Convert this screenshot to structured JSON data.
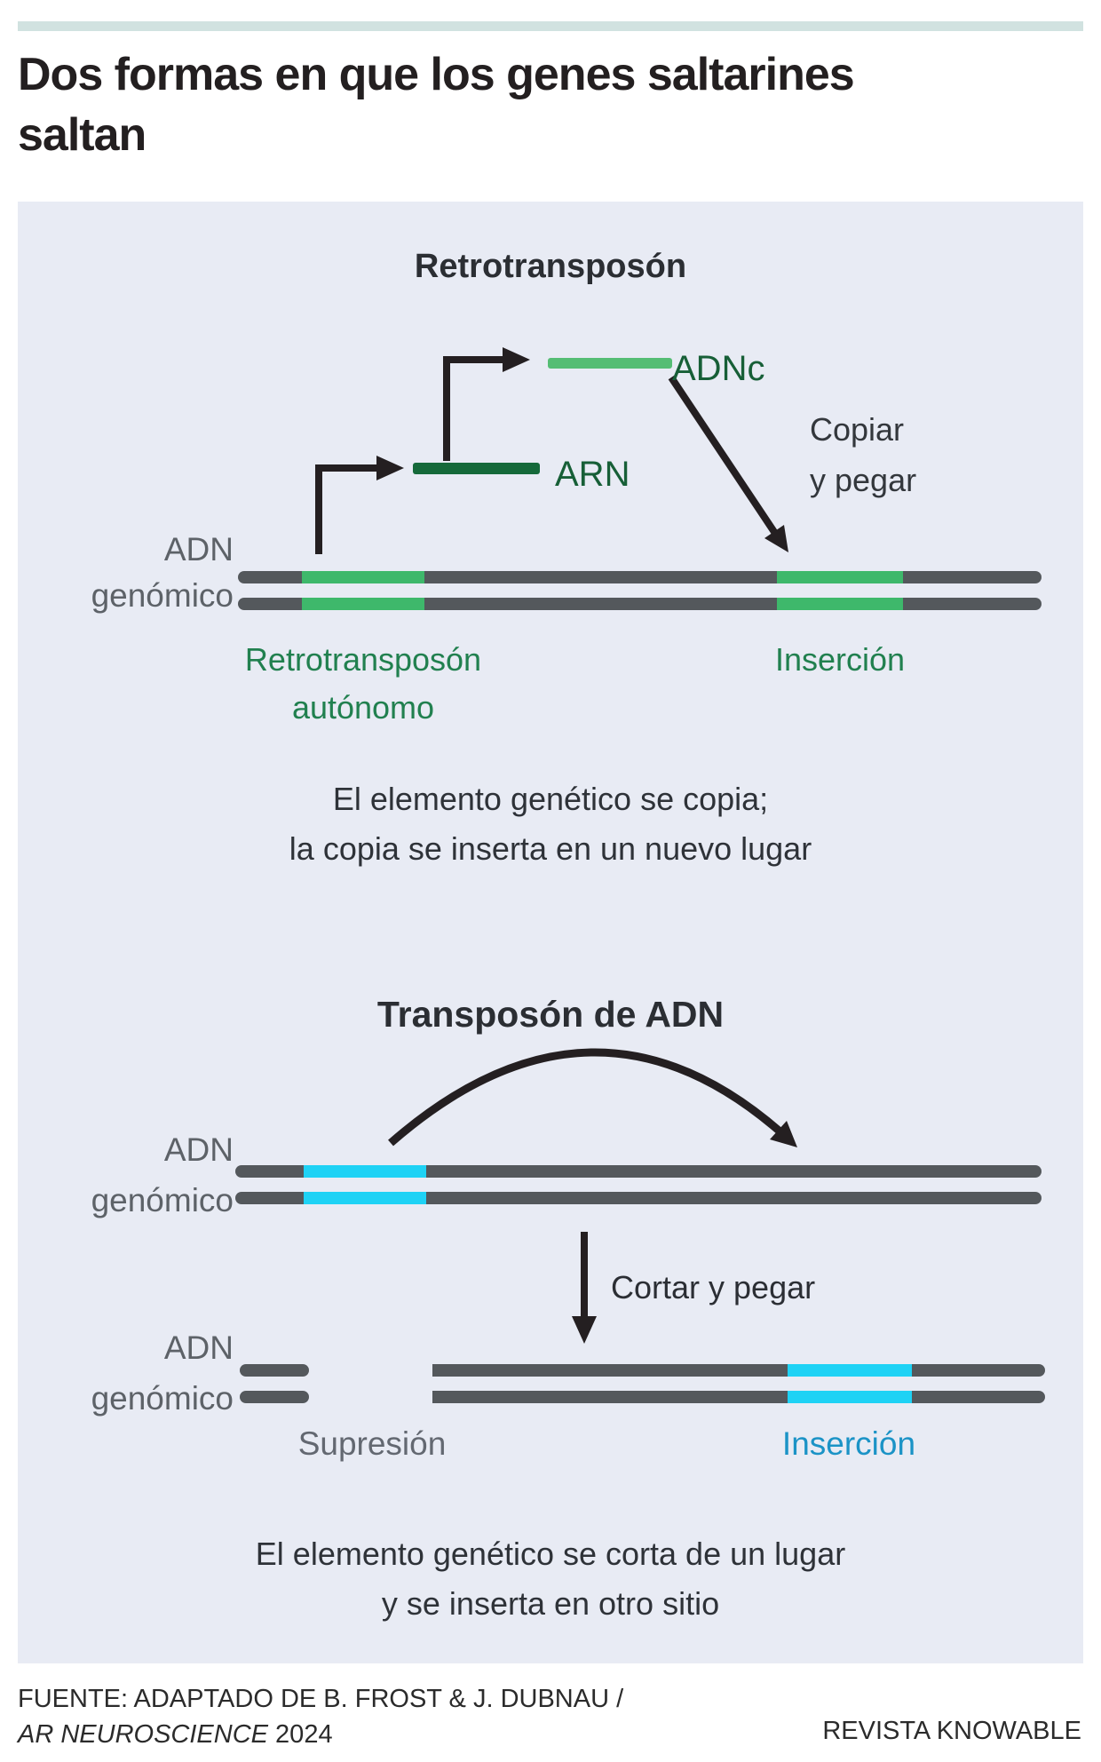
{
  "page": {
    "title_line1": "Dos formas en que los genes saltarines",
    "title_line2": "saltan"
  },
  "retro_section": {
    "heading": "Retrotransposón",
    "adnc_label": "ADNc",
    "arn_label": "ARN",
    "copy_paste_line1": "Copiar",
    "copy_paste_line2": "y pegar",
    "autonomous_line1": "Retrotransposón",
    "autonomous_line2": "autónomo",
    "insertion_label": "Inserción",
    "caption_line1": "El elemento genético se copia;",
    "caption_line2": "la copia se inserta en un nuevo lugar"
  },
  "dna_section": {
    "heading": "Transposón de ADN",
    "cut_paste_label": "Cortar y pegar",
    "deletion_label": "Supresión",
    "insertion_label": "Inserción",
    "caption_line1": "El elemento genético se corta de un lugar",
    "caption_line2": "y se inserta en otro sitio"
  },
  "shared": {
    "genomic_dna_line1": "ADN",
    "genomic_dna_line2": "genómico"
  },
  "footer": {
    "source_line1": "FUENTE: ADAPTADO DE B. FROST & J. DUBNAU /",
    "source_journal": "AR NEUROSCIENCE",
    "source_year": " 2024",
    "credit": "REVISTA KNOWABLE"
  },
  "colors": {
    "accent_bar": "#d1e2e0",
    "panel_bg": "#e8ebf4",
    "strand_gray": "#54585c",
    "segment_green": "#3eb86b",
    "adnc_light_green": "#55bd74",
    "arn_dark_green": "#15693a",
    "label_green": "#21804f",
    "gene_text_green": "#175f37",
    "segment_cyan": "#1ed2f5",
    "insertion_cyan_text": "#1b93c6",
    "label_gray": "#5d6268",
    "arrow_black": "#241f21"
  }
}
